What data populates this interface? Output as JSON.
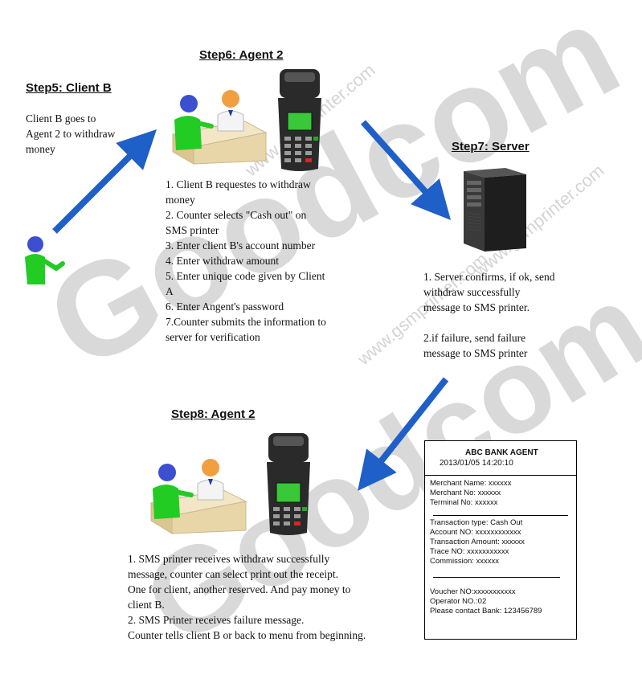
{
  "watermarks": {
    "large_1": "Goodcom",
    "large_2": "Goodcom",
    "small_1": "www.gsmprinter.com",
    "small_2": "www.gsmprinter.com",
    "small_3": "www.gsmprinter.com"
  },
  "step5": {
    "heading": "Step5: Client B",
    "body_lines": [
      "Client B goes to",
      "Agent 2 to withdraw",
      "money"
    ]
  },
  "step6": {
    "heading": "Step6: Agent 2",
    "lines": [
      "1. Client B requestes to withdraw",
      "money",
      "2. Counter selects \"Cash out\" on",
      "SMS printer",
      "3. Enter client B's account number",
      "4. Enter withdraw amount",
      "5. Enter unique code given by Client",
      "A",
      "6. Enter Angent's password",
      "7.Counter submits the information to",
      "server for verification"
    ]
  },
  "step7": {
    "heading": "Step7: Server",
    "lines": [
      "1. Server confirms, if ok, send",
      "withdraw successfully",
      "message to SMS printer.",
      "",
      "2.if failure, send failure",
      "message to SMS printer"
    ]
  },
  "step8": {
    "heading": "Step8: Agent 2",
    "lines": [
      "1. SMS printer receives withdraw successfully",
      "message, counter can select print out the receipt.",
      "One for client, another reserved. And pay money to",
      "client B.",
      "2.  SMS Printer receives failure message.",
      "Counter tells client B or back to menu from beginning."
    ]
  },
  "receipt": {
    "title": "ABC BANK AGENT",
    "datetime": "2013/01/05   14:20:10",
    "merchant_name": "Merchant Name: xxxxxx",
    "merchant_no": "Merchant No: xxxxxx",
    "terminal_no": "Terminal No: xxxxxx",
    "transaction_type": "Transaction type: Cash Out",
    "account_no": "Account NO: xxxxxxxxxxxx",
    "transaction_amount": "Transaction Amount: xxxxxx",
    "trace_no": "Trace NO: xxxxxxxxxxx",
    "commission": "Commission: xxxxxx",
    "voucher_no": "Voucher NO:xxxxxxxxxxx",
    "operator_no": "Operator NO.:02",
    "contact": "Please contact Bank: 123456789"
  },
  "colors": {
    "arrow": "#1f5fc8",
    "client_figure": "#22cc22",
    "client_head": "#3b4fd0",
    "agent_head": "#f0a040",
    "printer_body": "#2a2a2a",
    "printer_screen": "#38c838",
    "server_body": "#2b2b2b",
    "desk": "#f3e6c6"
  },
  "icons": {
    "client": "person-icon",
    "counter": "bank-counter-icon",
    "printer": "sms-printer-icon",
    "server": "server-tower-icon"
  }
}
